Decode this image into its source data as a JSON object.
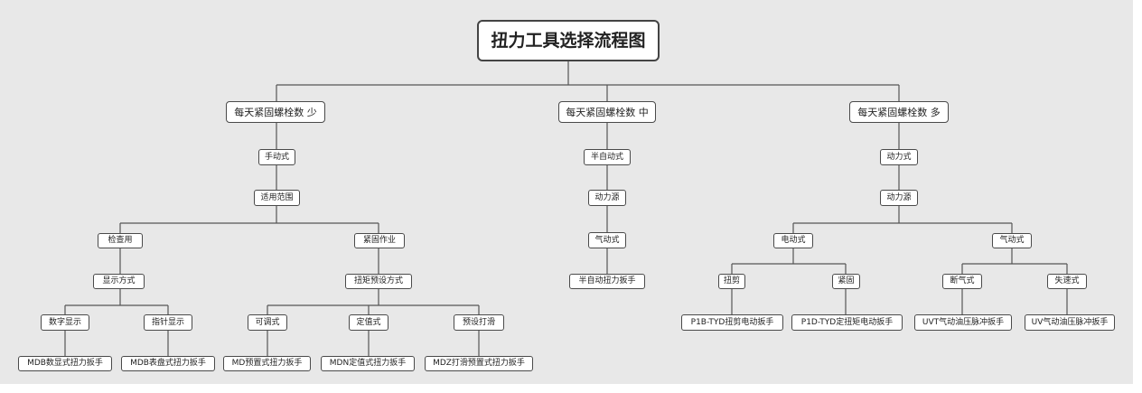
{
  "diagram": {
    "root": "扭力工具选择流程图",
    "branches": {
      "few": {
        "label": "每天紧固螺栓数  少",
        "manual": "手动式",
        "scope": "适用范围",
        "inspection": {
          "label": "检查用",
          "display_mode": "显示方式",
          "digital": {
            "label": "数字显示",
            "product": "MDB数显式扭力扳手"
          },
          "pointer": {
            "label": "指针显示",
            "product": "MDB表盘式扭力扳手"
          }
        },
        "fastening": {
          "label": "紧固作业",
          "preset_mode": "扭矩预设方式",
          "adjustable": {
            "label": "可调式",
            "product": "MD预置式扭力扳手"
          },
          "fixed": {
            "label": "定值式",
            "product": "MDN定值式扭力扳手"
          },
          "slip": {
            "label": "预设打滑",
            "product": "MDZ打滑预置式扭力扳手"
          }
        }
      },
      "medium": {
        "label": "每天紧固螺栓数  中",
        "semi_auto": "半自动式",
        "power_source": "动力源",
        "pneumatic": "气动式",
        "product": "半自动扭力扳手"
      },
      "many": {
        "label": "每天紧固螺栓数  多",
        "powered": "动力式",
        "power_source": "动力源",
        "electric": {
          "label": "电动式",
          "shear": {
            "label": "扭剪",
            "product": "P1B-TYD扭剪电动扳手"
          },
          "fasten": {
            "label": "紧固",
            "product": "P1D-TYD定扭矩电动扳手"
          }
        },
        "pneumatic": {
          "label": "气动式",
          "cutoff": {
            "label": "断气式",
            "product": "UVT气动油压脉冲扳手"
          },
          "stall": {
            "label": "失速式",
            "product": "UV气动油压脉冲扳手"
          }
        }
      }
    }
  }
}
